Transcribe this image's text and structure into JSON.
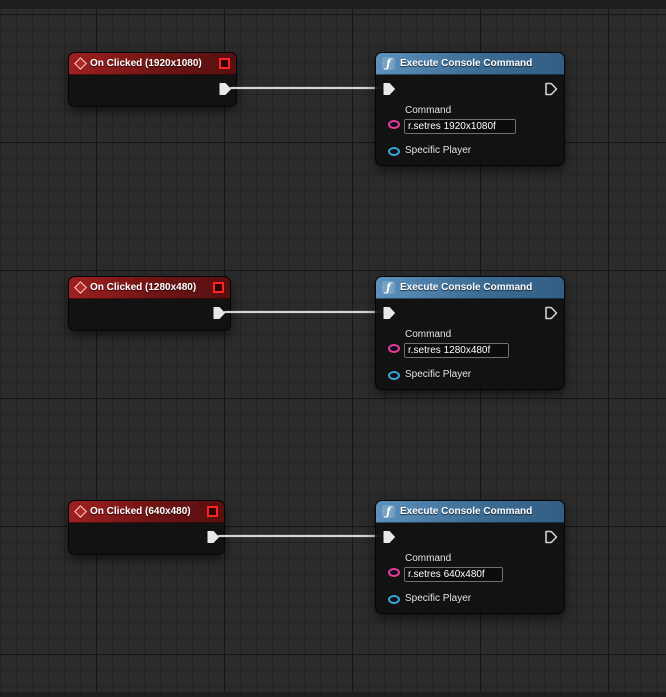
{
  "canvas": {
    "background": "#2b2b2b",
    "grid_minor_color": "#232323",
    "grid_major_color": "#151515"
  },
  "colors": {
    "event_header": "#8a1a1a",
    "function_header": "#4b80aa",
    "exec_pin": "#e8e8e8",
    "string_pin": "#e93aa2",
    "object_pin": "#35a7dd",
    "delegate_pin": "#ff2222",
    "wire": "#d6d6d6"
  },
  "icons": {
    "function_glyph": "ƒ"
  },
  "groups": [
    {
      "event": {
        "title": "On Clicked (1920x1080)"
      },
      "command_node": {
        "title": "Execute Console Command",
        "command_label": "Command",
        "command_value": "r.setres 1920x1080f",
        "player_label": "Specific Player"
      }
    },
    {
      "event": {
        "title": "On Clicked (1280x480)"
      },
      "command_node": {
        "title": "Execute Console Command",
        "command_label": "Command",
        "command_value": "r.setres 1280x480f",
        "player_label": "Specific Player"
      }
    },
    {
      "event": {
        "title": "On Clicked (640x480)"
      },
      "command_node": {
        "title": "Execute Console Command",
        "command_label": "Command",
        "command_value": "r.setres 640x480f",
        "player_label": "Specific Player"
      }
    }
  ]
}
